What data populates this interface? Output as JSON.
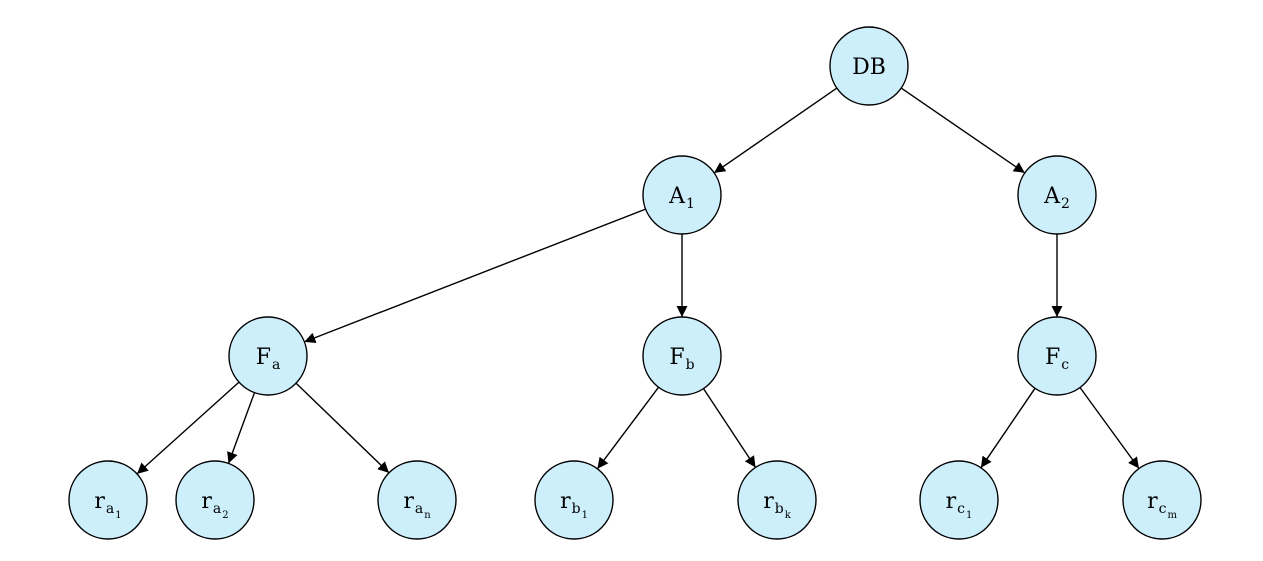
{
  "colors": {
    "node_fill": "#cceffb",
    "node_stroke": "#000000",
    "edge": "#000000"
  },
  "nodes": [
    {
      "id": "db",
      "base": "DB",
      "sub": "",
      "subsub": ""
    },
    {
      "id": "a1",
      "base": "A",
      "sub": "1",
      "subsub": ""
    },
    {
      "id": "a2",
      "base": "A",
      "sub": "2",
      "subsub": ""
    },
    {
      "id": "fa",
      "base": "F",
      "sub": "a",
      "subsub": ""
    },
    {
      "id": "fb",
      "base": "F",
      "sub": "b",
      "subsub": ""
    },
    {
      "id": "fc",
      "base": "F",
      "sub": "c",
      "subsub": ""
    },
    {
      "id": "ra1",
      "base": "r",
      "sub": "a",
      "subsub": "1"
    },
    {
      "id": "ra2",
      "base": "r",
      "sub": "a",
      "subsub": "2"
    },
    {
      "id": "ran",
      "base": "r",
      "sub": "a",
      "subsub": "n"
    },
    {
      "id": "rb1",
      "base": "r",
      "sub": "b",
      "subsub": "1"
    },
    {
      "id": "rbk",
      "base": "r",
      "sub": "b",
      "subsub": "k"
    },
    {
      "id": "rc1",
      "base": "r",
      "sub": "c",
      "subsub": "1"
    },
    {
      "id": "rcm",
      "base": "r",
      "sub": "c",
      "subsub": "m"
    }
  ],
  "edges": [
    {
      "from": "db",
      "to": "a1"
    },
    {
      "from": "db",
      "to": "a2"
    },
    {
      "from": "a1",
      "to": "fa"
    },
    {
      "from": "a1",
      "to": "fb"
    },
    {
      "from": "a2",
      "to": "fc"
    },
    {
      "from": "fa",
      "to": "ra1"
    },
    {
      "from": "fa",
      "to": "ra2"
    },
    {
      "from": "fa",
      "to": "ran"
    },
    {
      "from": "fb",
      "to": "rb1"
    },
    {
      "from": "fb",
      "to": "rbk"
    },
    {
      "from": "fc",
      "to": "rc1"
    },
    {
      "from": "fc",
      "to": "rcm"
    }
  ]
}
